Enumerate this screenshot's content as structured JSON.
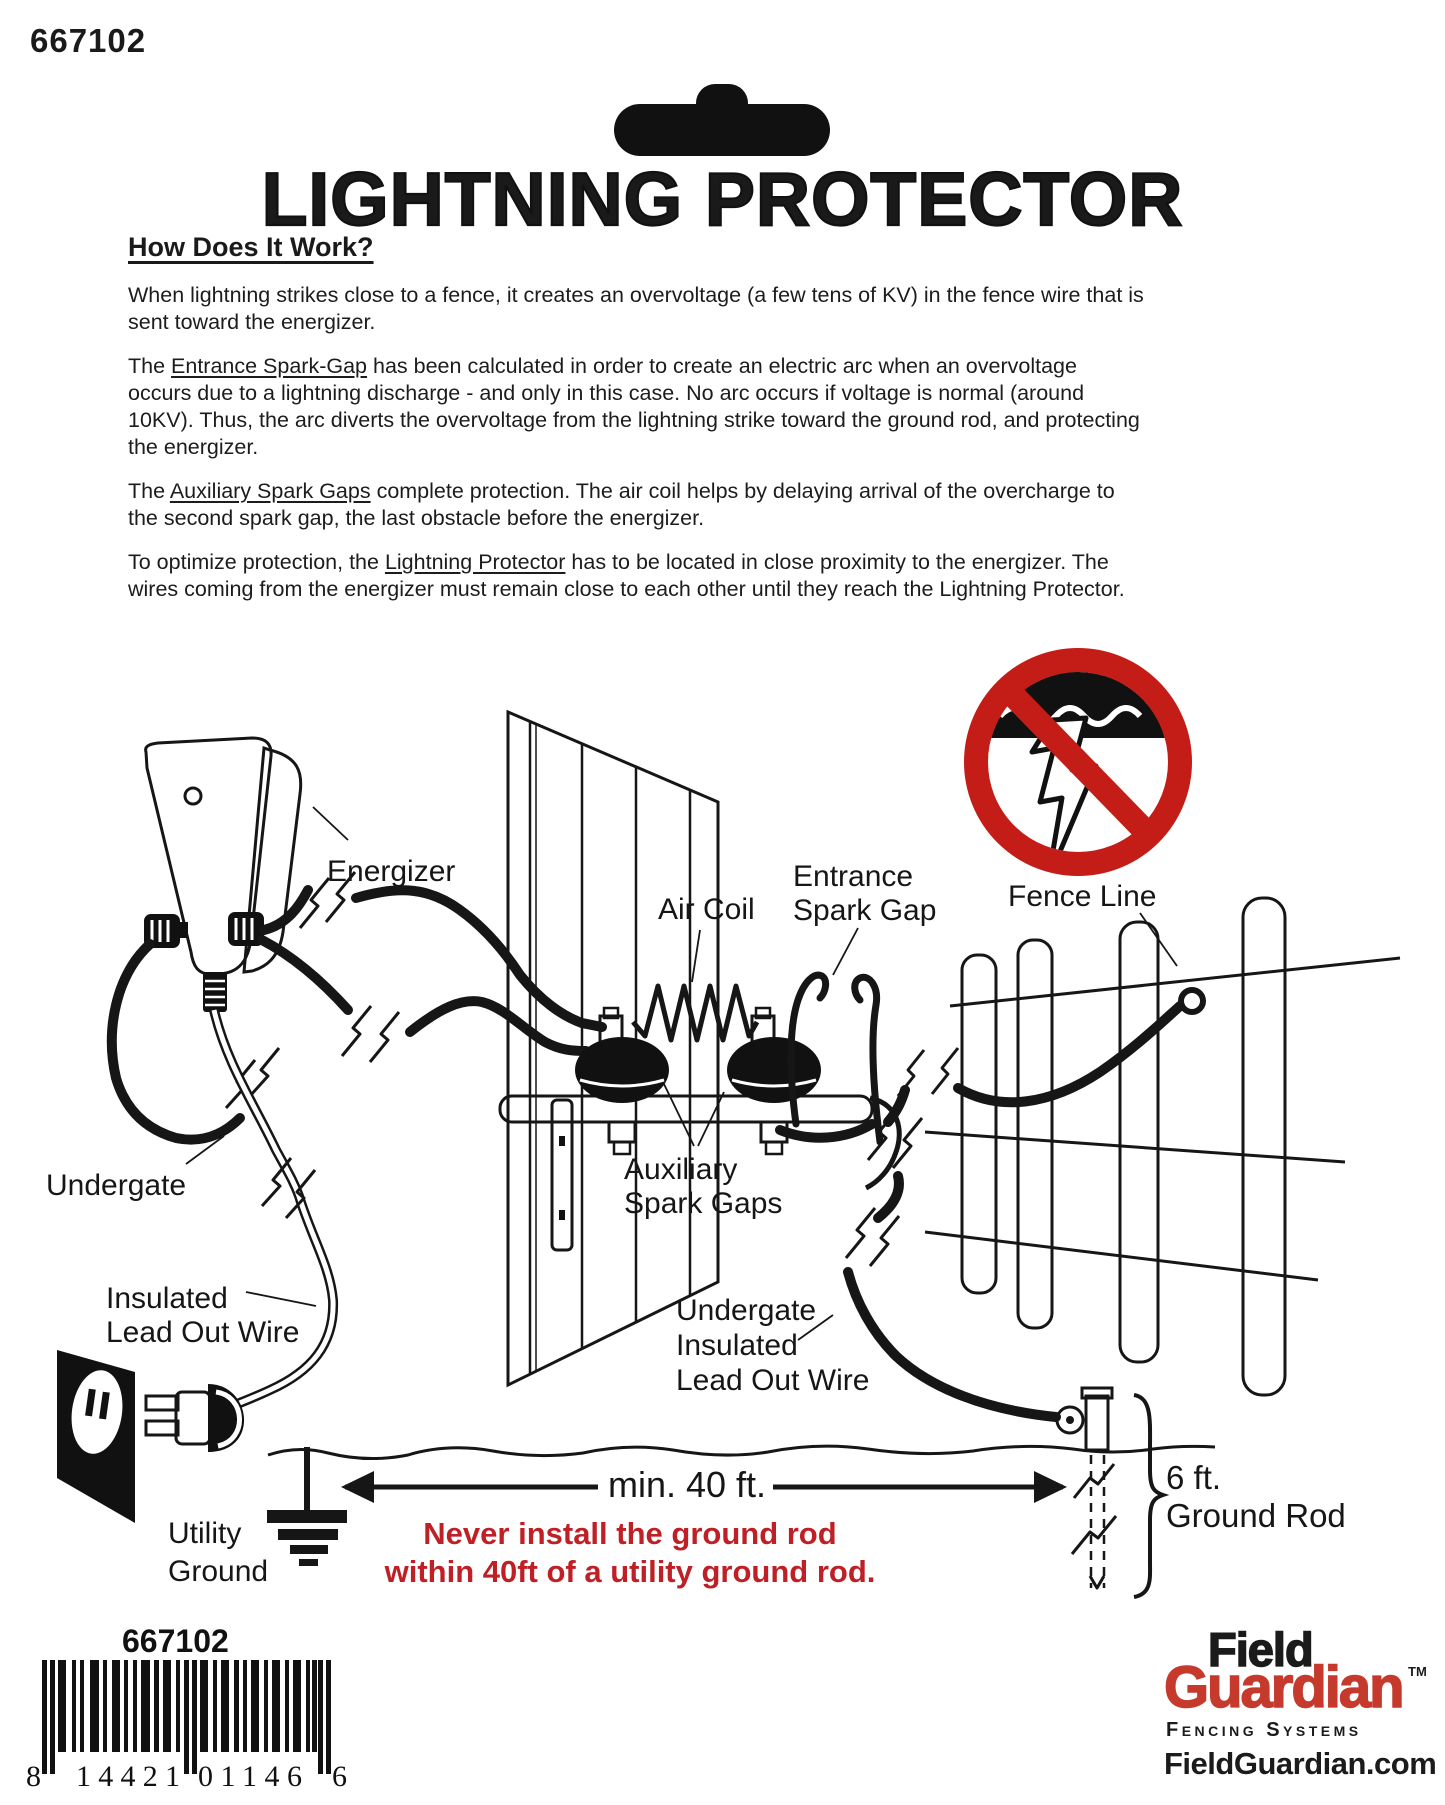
{
  "colors": {
    "warning_red": "#be2026",
    "prohibition_red": "#c41d18",
    "logo_red": "#c53a2d",
    "ink": "#161616"
  },
  "header": {
    "product_number": "667102",
    "title": "LIGHTNING PROTECTOR"
  },
  "how_it_works": {
    "heading": "How Does It Work?",
    "paragraphs": [
      [
        {
          "t": "When lightning strikes close to a fence, it creates an overvoltage (a few tens of KV) in the fence wire that is sent toward the energizer."
        }
      ],
      [
        {
          "t": "The "
        },
        {
          "t": "Entrance Spark-Gap",
          "u": true
        },
        {
          "t": " has been calculated in order to create an electric arc when an overvoltage occurs due to a lightning discharge - and only in this case.  No arc occurs if voltage is normal (around 10KV).  Thus, the arc diverts the overvoltage from the lightning strike toward the ground rod, and protecting the energizer."
        }
      ],
      [
        {
          "t": "The "
        },
        {
          "t": "Auxiliary Spark Gaps",
          "u": true
        },
        {
          "t": " complete protection.  The air coil helps by delaying arrival of the overcharge to the second spark gap, the last obstacle before the energizer."
        }
      ],
      [
        {
          "t": "To optimize protection, the "
        },
        {
          "t": "Lightning Protector",
          "u": true
        },
        {
          "t": " has to be located in close proximity to the energizer.  The wires coming from the energizer must remain close to each other until they reach the Lightning Protector."
        }
      ]
    ]
  },
  "diagram": {
    "labels": {
      "energizer": "Energizer",
      "air_coil": "Air Coil",
      "entrance_1": "Entrance",
      "entrance_2": "Spark Gap",
      "fence_line": "Fence Line",
      "auxiliary_1": "Auxiliary",
      "auxiliary_2": "Spark Gaps",
      "undergate": "Undergate",
      "insulated_1": "Insulated",
      "insulated_2": "Lead Out Wire",
      "undergate_right_1": "Undergate",
      "undergate_right_2": "Insulated",
      "undergate_right_3": "Lead Out Wire",
      "utility_1": "Utility",
      "utility_2": "Ground",
      "min_distance": "min. 40 ft.",
      "rod_length": "6 ft.",
      "ground_rod": "Ground Rod"
    },
    "warning": {
      "line1": "Never install the ground rod",
      "line2": "within 40ft of a utility ground rod."
    }
  },
  "barcode": {
    "product_number": "667102",
    "digit_left": "8",
    "digits_group1": "14421",
    "digits_group2": "01146",
    "digit_right": "6"
  },
  "brand": {
    "name_top": "Field",
    "name_bottom": "Guardian",
    "tm": "TM",
    "tagline": "Fencing Systems",
    "website": "FieldGuardian.com"
  }
}
